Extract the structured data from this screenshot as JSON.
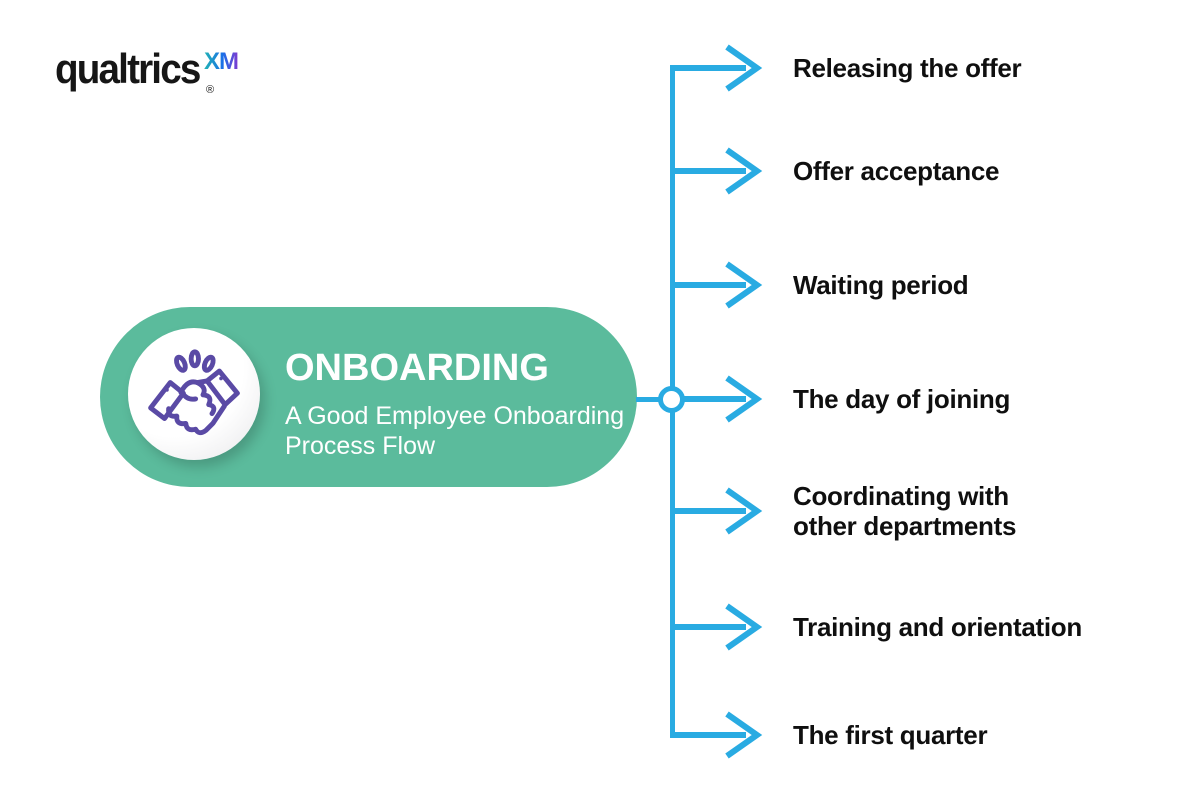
{
  "brand": {
    "name": "qualtrics",
    "registered_mark": "®",
    "xm": "XM"
  },
  "hub": {
    "title": "ONBOARDING",
    "subtitle": "A Good Employee Onboarding\nProcess Flow",
    "icon": "handshake-icon"
  },
  "steps": [
    {
      "label": "Releasing the offer"
    },
    {
      "label": "Offer acceptance"
    },
    {
      "label": "Waiting period"
    },
    {
      "label": "The day of joining"
    },
    {
      "label": "Coordinating with\nother departments"
    },
    {
      "label": "Training and orientation"
    },
    {
      "label": "The first quarter"
    }
  ],
  "colors": {
    "hub_green": "#5bbb9c",
    "timeline_blue": "#29abe2",
    "icon_purple": "#5a4aa5",
    "label_text": "#0f0f0f",
    "xm_gradient": [
      "#21b4b4",
      "#1a6fe8",
      "#7e3bd0"
    ]
  }
}
